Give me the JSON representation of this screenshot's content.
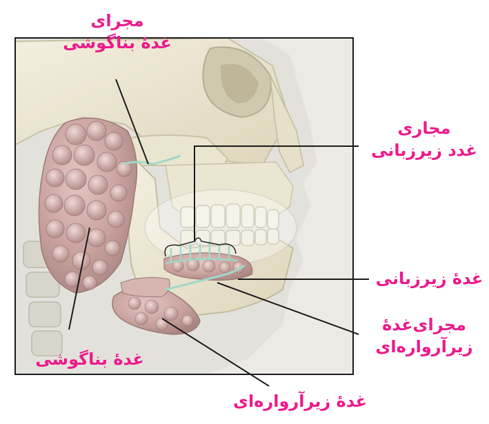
{
  "labels": {
    "parotid_duct": {
      "line1": "مجرای",
      "line2": "غدهٔ بناگوشی"
    },
    "sublingual_ducts": {
      "line1": "مجاری",
      "line2": "غدد زیرزبانی"
    },
    "sublingual_gland": "غدهٔ زیرزبانی",
    "submandibular_duct": {
      "line1": "مجرای‌غدهٔ",
      "line2": "زیرآرواره‌ای"
    },
    "parotid_gland": "غدهٔ بناگوشی",
    "submandibular_gland": "غدهٔ زیرآرواره‌ای"
  },
  "colors": {
    "label_text": "#ec1a8c",
    "gland": "#c9a29e",
    "duct": "#9fd8c8",
    "bone": "#e9e4cf"
  }
}
